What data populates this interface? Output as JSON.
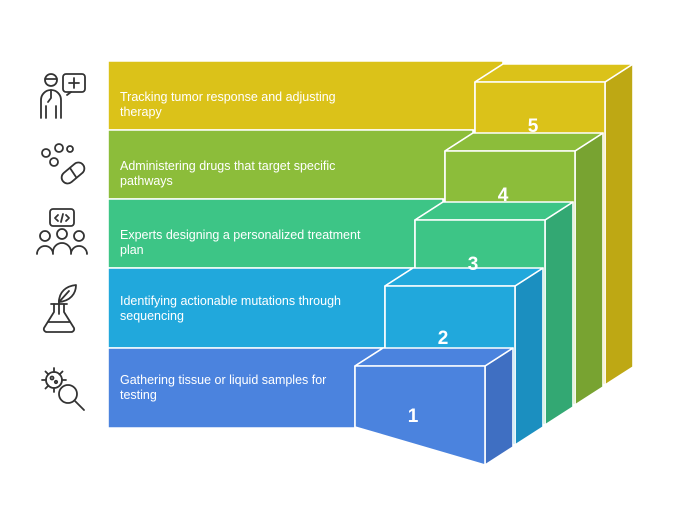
{
  "steps": [
    {
      "number": "1",
      "label": "Gathering tissue or liquid samples for testing",
      "icon": "microbe-magnifier-icon",
      "color": "#4b83de",
      "side": "#3f6fc2"
    },
    {
      "number": "2",
      "label": "Identifying actionable mutations through sequencing",
      "icon": "plant-flask-icon",
      "color": "#21a8dc",
      "side": "#1b8fc0"
    },
    {
      "number": "3",
      "label": "Experts designing a personalized treatment plan",
      "icon": "team-code-icon",
      "color": "#3dc586",
      "side": "#33a873"
    },
    {
      "number": "4",
      "label": "Administering drugs that target specific pathways",
      "icon": "pill-capsule-icon",
      "color": "#8cbd3a",
      "side": "#78a331"
    },
    {
      "number": "5",
      "label": "Tracking tumor response and adjusting therapy",
      "icon": "doctor-monitor-icon",
      "color": "#dbc219",
      "side": "#bea814"
    }
  ]
}
